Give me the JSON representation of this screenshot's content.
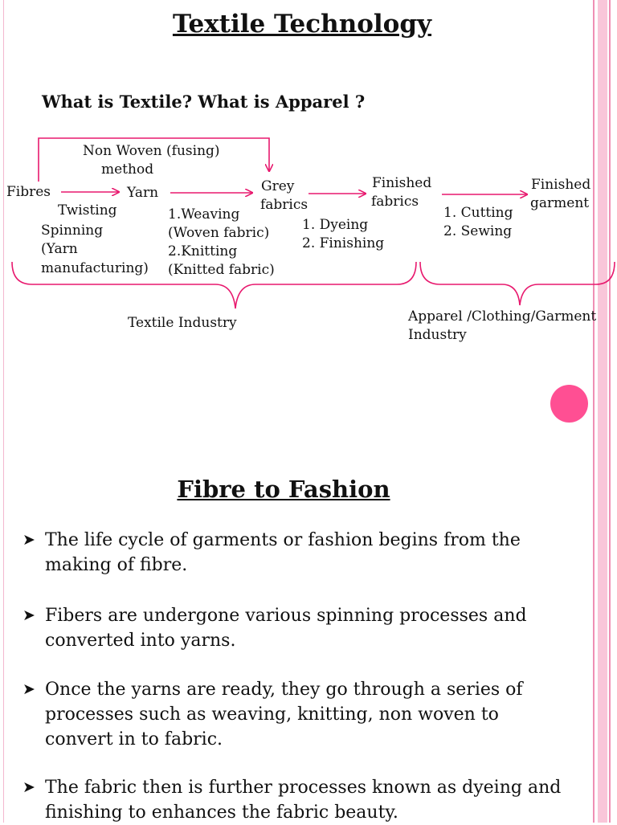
{
  "slide1": {
    "title": "Textile Technology",
    "question": "What is Textile?  What is Apparel ?",
    "labels": {
      "nonwoven": "Non Woven (fusing)",
      "method": "method",
      "fibres": "Fibres",
      "yarn": "Yarn",
      "grey_1": "Grey",
      "grey_2": "fabrics",
      "finished_fabrics_1": "Finished",
      "finished_fabrics_2": "fabrics",
      "finished_garment_1": "Finished",
      "finished_garment_2": "garment",
      "twisting": "Twisting",
      "spinning_1": "Spinning",
      "spinning_2": "(Yarn",
      "spinning_3": "manufacturing)",
      "weaving_1": "1.Weaving",
      "weaving_2": "(Woven fabric)",
      "weaving_3": "2.Knitting",
      "weaving_4": "(Knitted fabric)",
      "dyeing": "1.  Dyeing",
      "finishing": "2.  Finishing",
      "cutting": "1.  Cutting",
      "sewing": "2.  Sewing",
      "textile_industry": "Textile Industry",
      "apparel_1": "Apparel /Clothing/Garment",
      "apparel_2": "Industry"
    }
  },
  "slide2": {
    "title": "Fibre to Fashion",
    "bullets": [
      "The life cycle of garments or fashion  begins from the making of fibre.",
      "Fibers are undergone  various spinning processes and converted into yarns.",
      "Once the yarns are ready, they go through a series of processes such as weaving, knitting, non woven to convert in to fabric.",
      " The fabric then is further processes  known as dyeing and finishing to enhances the fabric beauty."
    ]
  },
  "colors": {
    "accent": "#e8196e",
    "dot": "#ff4f93",
    "frame": "#f7a8c4"
  }
}
